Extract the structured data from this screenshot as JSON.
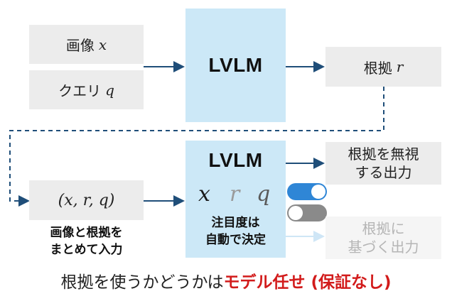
{
  "top_row": {
    "image_label": "画像",
    "image_var": "x",
    "query_label": "クエリ",
    "query_var": "q",
    "model_label": "LVLM",
    "rationale_label": "根拠",
    "rationale_var": "r"
  },
  "bottom_row": {
    "input_tuple": "(x, r, q)",
    "input_caption_line1": "画像と根拠を",
    "input_caption_line2": "まとめて入力",
    "model_label": "LVLM",
    "var_x": "x",
    "var_r": "r",
    "var_q": "q",
    "attention_caption_line1": "注目度は",
    "attention_caption_line2": "自動で決定",
    "output_ignore_line1": "根拠を無視",
    "output_ignore_line2": "する出力",
    "output_based_line1": "根拠に",
    "output_based_line2": "基づく出力"
  },
  "footer": {
    "text_plain": "根拠を使うかどうかは",
    "text_emphasis": "モデル任せ (保証なし)"
  },
  "colors": {
    "arrow": "#1f4e79",
    "toggle_on": "#2f86d6",
    "toggle_off": "#8a8a8a",
    "emphasis": "#d21b1b",
    "model_box": "#cce8f7"
  }
}
